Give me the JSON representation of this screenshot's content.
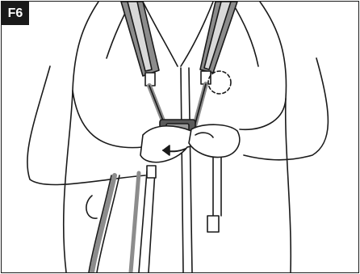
{
  "figure": {
    "label": "F6"
  },
  "colors": {
    "line": "#1a1a1a",
    "strap_fill": "#8c8c8c",
    "strap_light": "#d9d9d9",
    "background": "#ffffff"
  },
  "illustration": {
    "subject": "person-fastening-harness-buckle",
    "icons": [
      "harness-strap",
      "buckle",
      "hand",
      "arrow-icon",
      "detail-circle"
    ]
  }
}
